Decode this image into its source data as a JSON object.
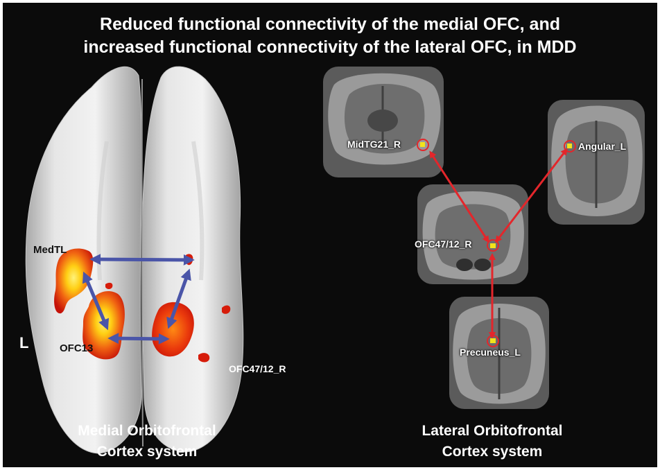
{
  "title": {
    "line1": "Reduced functional connectivity of the medial OFC, and",
    "line2": "increased functional connectivity of the lateral OFC, in MDD"
  },
  "medial_system": {
    "caption_line1": "Medial Orbitofrontal",
    "caption_line2": "Cortex system",
    "hemisphere_marker": "L",
    "regions": [
      "MedTL",
      "OFC13",
      "OFC47/12_R"
    ]
  },
  "lateral_system": {
    "caption_line1": "Lateral Orbitofrontal",
    "caption_line2": "Cortex system",
    "hub": "OFC47/12_R",
    "connected_regions": [
      "MidTG21_R",
      "Angular_L",
      "Precuneus_L"
    ]
  },
  "colors": {
    "background": "#0b0b0b",
    "medial_connection_arrow": "#4a55a8",
    "lateral_connection_arrow": "#e3262b",
    "activation_hot": "#ffe21a",
    "activation_cold": "#c81208"
  }
}
